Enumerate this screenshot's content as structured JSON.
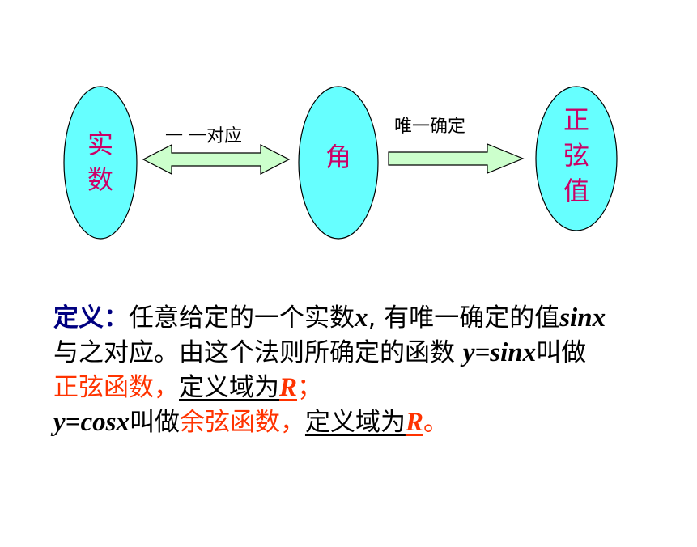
{
  "diagram": {
    "node_real": {
      "chars": [
        "实",
        "数"
      ]
    },
    "node_angle": {
      "chars": [
        "角"
      ]
    },
    "node_sine": {
      "chars": [
        "正",
        "弦",
        "值"
      ]
    },
    "arrow_bidirectional_label": "一 一对应",
    "arrow_right_label": "唯一确定",
    "colors": {
      "node_fill": "#66ffff",
      "node_text": "#cc0066",
      "arrow_fill": "#ccffcc",
      "arrow_stroke": "#000000"
    }
  },
  "definition": {
    "term": "定义：",
    "line1_text": "任意给定的一个实数",
    "line1_x": "x",
    "line1_sep": ", 有唯一确定的值",
    "line1_sinx": "sinx",
    "line2_text": "与之对应。由这个法则所确定的函数 ",
    "line2_expr": "y=sinx",
    "line2_tail": "叫做",
    "line3_name": "正弦函数，",
    "line3_domain": "定义域为",
    "line3_R": "R",
    "line3_end": "；",
    "line4_expr": "y=cosx",
    "line4_text": "叫做",
    "line4_name": "余弦函数，",
    "line4_domain": "定义域为",
    "line4_R": "R",
    "line4_end": "。",
    "colors": {
      "term": "#000080",
      "highlight": "#ff3300",
      "text": "#000000"
    }
  }
}
